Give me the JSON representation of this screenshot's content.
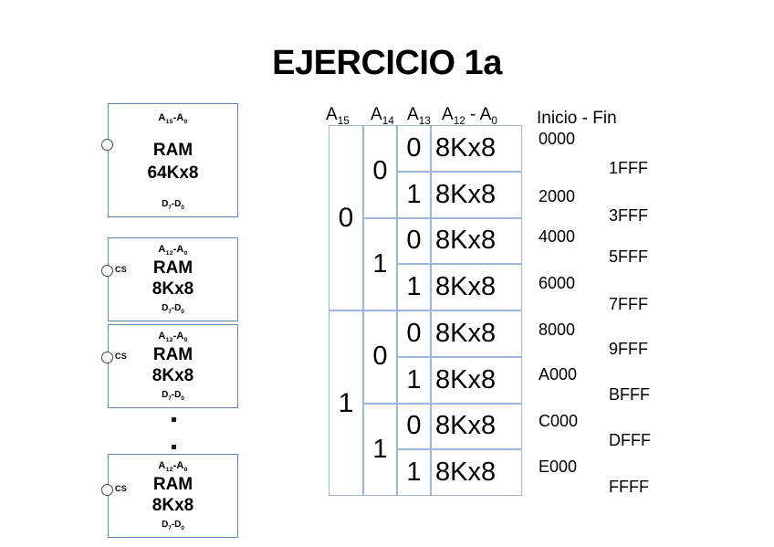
{
  "title": "EJERCICIO 1a",
  "chips": [
    {
      "name": "chip-ram-64k",
      "addr_top": "A15-A0",
      "addr_top_hi": "A",
      "addr_top_sub1": "15",
      "addr_top_sub2": "0",
      "label": "RAM",
      "size": "64Kx8",
      "data_bottom_sub1": "7",
      "data_bottom_sub2": "0",
      "cs_label": ""
    },
    {
      "name": "chip-ram-8k-1",
      "addr_top_sub1": "12",
      "addr_top_sub2": "0",
      "label": "RAM",
      "size": "8Kx8",
      "data_bottom_sub1": "7",
      "data_bottom_sub2": "0",
      "cs_label": "CS"
    },
    {
      "name": "chip-ram-8k-2",
      "addr_top_sub1": "12",
      "addr_top_sub2": "0",
      "label": "RAM",
      "size": "8Kx8",
      "data_bottom_sub1": "7",
      "data_bottom_sub2": "0",
      "cs_label": "CS"
    },
    {
      "name": "chip-ram-8k-n",
      "addr_top_sub1": "12",
      "addr_top_sub2": "0",
      "label": "RAM",
      "size": "8Kx8",
      "data_bottom_sub1": "7",
      "data_bottom_sub2": "0",
      "cs_label": "CS"
    }
  ],
  "table": {
    "headers": [
      {
        "name": "header-a15",
        "base": "A",
        "sub": "15"
      },
      {
        "name": "header-a14",
        "base": "A",
        "sub": "14"
      },
      {
        "name": "header-a13",
        "base": "A",
        "sub": "13"
      },
      {
        "name": "header-a12-a0",
        "base": "A",
        "sub": "12",
        "sep": " - ",
        "base2": "A",
        "sub2": "0"
      }
    ],
    "a15_groups": [
      "0",
      "1"
    ],
    "a14_groups": [
      "0",
      "1",
      "0",
      "1"
    ],
    "a13_bits": [
      "0",
      "1",
      "0",
      "1",
      "0",
      "1",
      "0",
      "1"
    ],
    "size_cells": [
      "8Kx8",
      "8Kx8",
      "8Kx8",
      "8Kx8",
      "8Kx8",
      "8Kx8",
      "8Kx8",
      "8Kx8"
    ]
  },
  "ranges": {
    "header": "Inicio  -  Fin",
    "rows": [
      {
        "start": "0000",
        "end": "1FFF"
      },
      {
        "start": "2000",
        "end": "3FFF"
      },
      {
        "start": "4000",
        "end": "5FFF"
      },
      {
        "start": "6000",
        "end": "7FFF"
      },
      {
        "start": "8000",
        "end": "9FFF"
      },
      {
        "start": "A000",
        "end": "BFFF"
      },
      {
        "start": "C000",
        "end": "DFFF"
      },
      {
        "start": "E000",
        "end": "FFFF"
      }
    ]
  },
  "colors": {
    "chip_border": "#5b86b8",
    "table_border": "#9cb8d8",
    "bubble_border": "#34496b",
    "background": "#ffffff",
    "text": "#000000"
  }
}
